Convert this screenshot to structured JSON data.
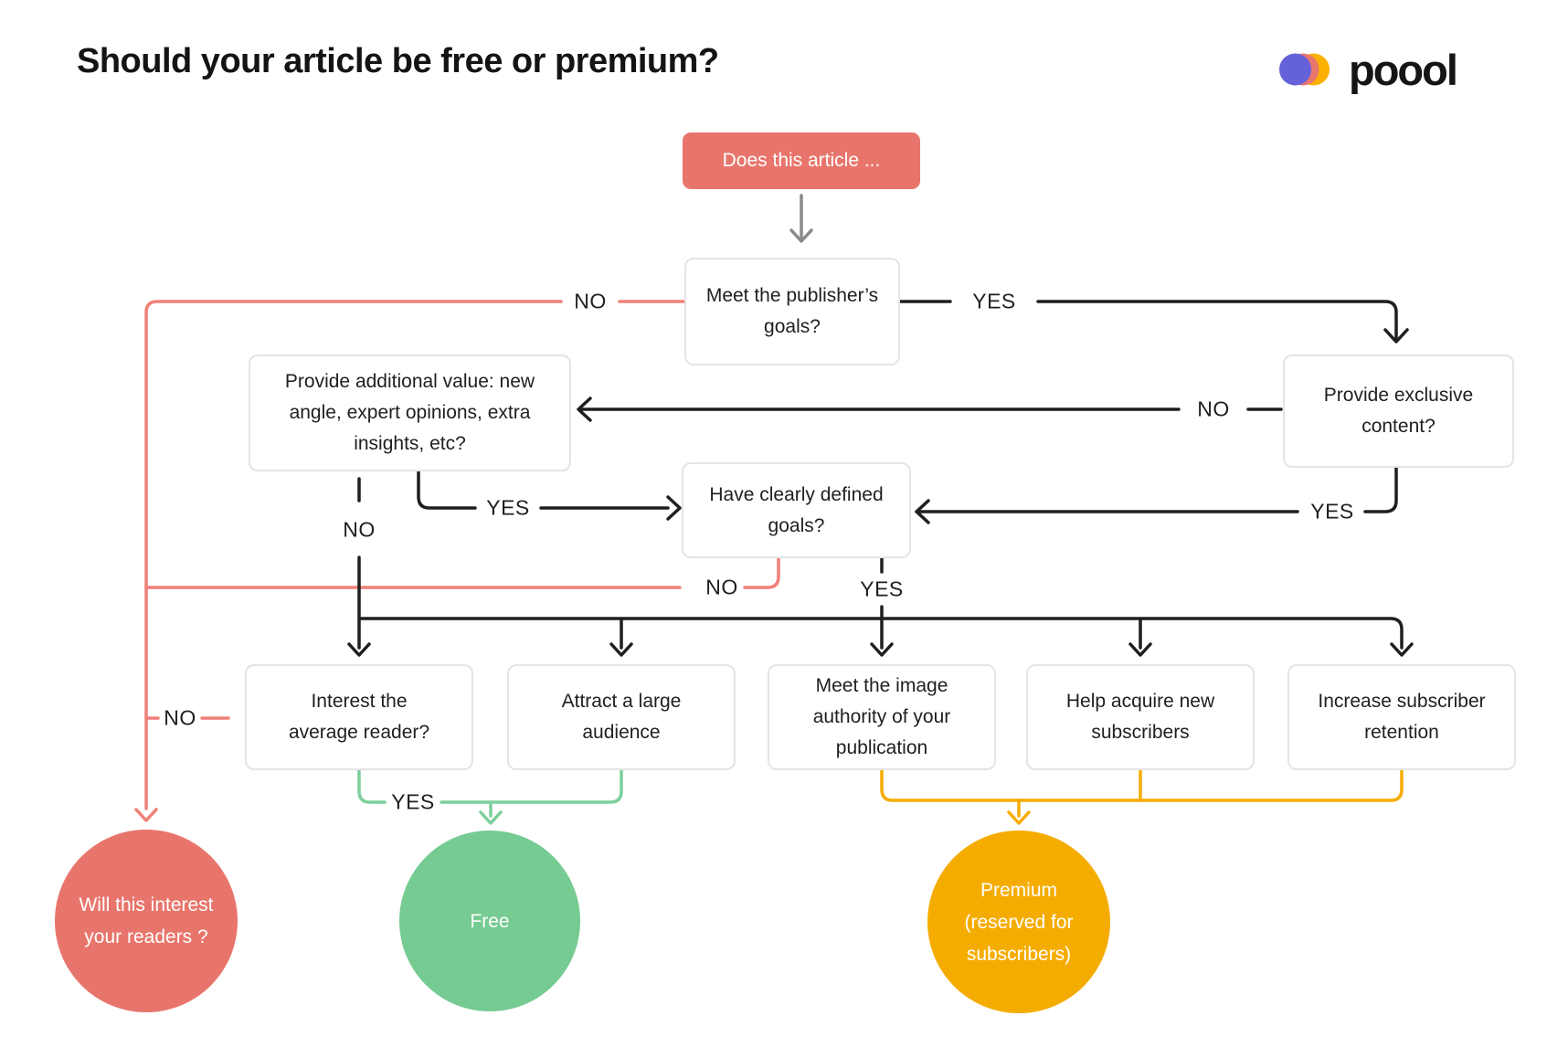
{
  "title": "Should your article be free or premium?",
  "logo": {
    "brand": "poool"
  },
  "labels": {
    "yes": "YES",
    "no": "NO"
  },
  "nodes": {
    "start": "Does this article ...",
    "publisher_goals": "Meet the publisher’s goals?",
    "exclusive_content": "Provide exclusive content?",
    "additional_value": "Provide additional value: new angle, expert opinions, extra insights, etc?",
    "defined_goals": "Have clearly defined goals?",
    "interest_reader": "Interest the average reader?",
    "attract_audience": "Attract a large audience",
    "image_authority": "Meet the image authority of your publication",
    "acquire_subscribers": "Help acquire new subscribers",
    "subscriber_retention": "Increase subscriber retention",
    "outcome_readers": "Will this interest your readers ?",
    "outcome_free": "Free",
    "outcome_premium": "Premium (reserved for subscribers)"
  },
  "colors": {
    "salmon_node": "#E8756C",
    "salmon_line": "#F08078",
    "green_node": "#76CB92",
    "green_line": "#7CCF9B",
    "orange": "#F5AC00",
    "black_line": "#1F1F1F",
    "gray_arrow": "#8A8A8A",
    "box_border": "#E4E4E4",
    "logo_purple": "#6461D9",
    "logo_salmon": "#E8766F",
    "logo_orange": "#FBB000"
  }
}
